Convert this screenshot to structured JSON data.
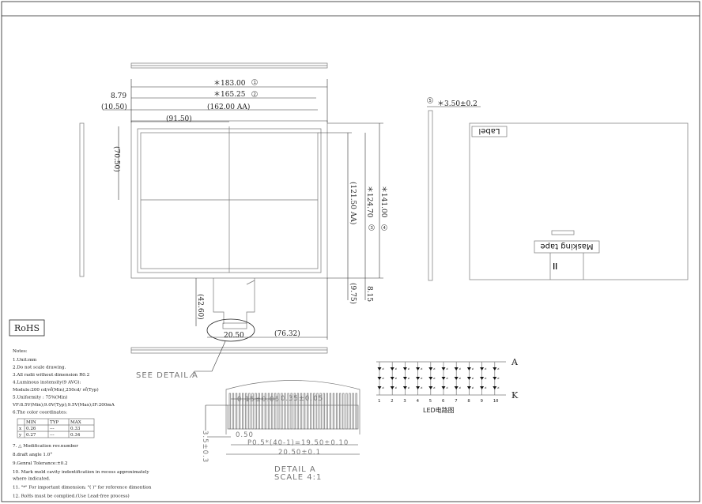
{
  "front_view": {
    "dims": {
      "overall_width": "＊183.00",
      "outline_width": "＊165.25",
      "left_offset": "8.79",
      "aa_offset": "(10.50)",
      "aa_width": "(162.00 AA)",
      "center_x": "(91.50)",
      "center_y": "(70.50)",
      "aa_height": "(121.50 AA)",
      "outline_height": "＊124.70",
      "overall_height": "＊141.00",
      "bottom_aa": "(9.75)",
      "bottom_outline": "8.15",
      "fpc_length": "(42.60)",
      "fpc_width": "20.50",
      "fpc_offset": "(76.32)"
    },
    "balloons": [
      "1",
      "2",
      "3",
      "4"
    ],
    "see_detail": "SEE DETAIL A"
  },
  "side_view": {
    "thickness": "＊3.50±0.2",
    "balloon": "5"
  },
  "back_view": {
    "label": "Label",
    "masking_tape": "Masking tape"
  },
  "rohs": "RoHS",
  "notes": {
    "title": "Notes:",
    "items": [
      "1.Unit:mm",
      "2.Do not scale drawing.",
      "3.All radii without dimension R0.2",
      "4.Luminous instensity(9 AVG):",
      "  Module:200 cd/㎡(Min),250cd/ ㎡(Typ)",
      "5.Uniformity : 75%(Min)",
      "  VF:8.5V(Min);9.0V(Typ);9.5V(Max);IF:200mA",
      "6.The color coordinates:"
    ],
    "color_table": {
      "headers": [
        "",
        "MIN",
        "TYP",
        "MAX"
      ],
      "rows": [
        [
          "x",
          "0.26",
          "---",
          "0.33"
        ],
        [
          "y",
          "0.27",
          "---",
          "0.34"
        ]
      ]
    },
    "items_after": [
      "7.  △ Modification rev.number",
      "8.draft angle 1.0°",
      "9.Genral Tolerance:±0.2",
      "10. Mark mold cavity indentification in recess  approximately",
      "    where indicated.",
      "11.  \"*\"  For important dimension; \"( )\"  for reference dimention",
      "12. RoHs must be complied.(Use Lead-free process)"
    ]
  },
  "detail_a": {
    "pin_width": "0.15±0.05",
    "pin_gap": "0.35±0.05",
    "edge": "0.50",
    "pitch": "P0.5*(40-1)=19.50±0.10",
    "total": "20.50±0.1",
    "height": "3.5±0.3",
    "title": "DETAIL  A",
    "scale": "SCALE  4:1"
  },
  "led_circuit": {
    "anode": "A",
    "cathode": "K",
    "columns": [
      "1",
      "2",
      "3",
      "4",
      "5",
      "6",
      "7",
      "8",
      "9",
      "10"
    ],
    "caption": "LED电路图"
  }
}
